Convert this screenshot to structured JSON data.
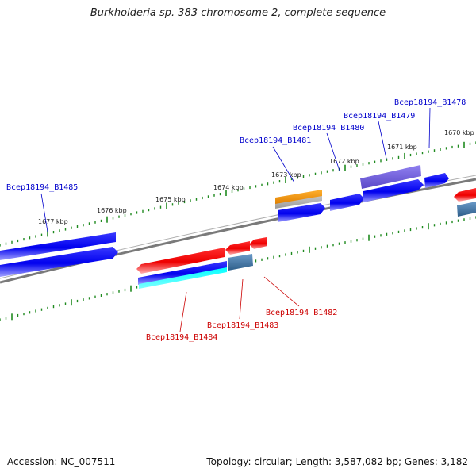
{
  "title": "Burkholderia sp. 383 chromosome 2, complete sequence",
  "footer": {
    "accession": "Accession: NC_007511",
    "topology": "Topology: circular; Length: 3,587,082 bp; Genes: 3,182"
  },
  "colors": {
    "backbone": "#888888",
    "tick": "#1f8a1f",
    "forward_label": "#0000cc",
    "reverse_label": "#cc0000",
    "gene_blue": "#0000ff",
    "gene_red": "#ff0000",
    "gene_orange": "#ff9900",
    "gene_purple": "#7b68ee",
    "gene_cyan": "#00ffff",
    "gene_steel": "#4682b4"
  },
  "ticks": [
    "1677 kbp",
    "1676 kbp",
    "1675 kbp",
    "1674 kbp",
    "1673 kbp",
    "1672 kbp",
    "1671 kbp",
    "1670 kbp"
  ],
  "gene_labels": {
    "b1485": "Bcep18194_B1485",
    "b1481": "Bcep18194_B1481",
    "b1480": "Bcep18194_B1480",
    "b1479": "Bcep18194_B1479",
    "b1478": "Bcep18194_B1478",
    "b1484": "Bcep18194_B1484",
    "b1483": "Bcep18194_B1483",
    "b1482": "Bcep18194_B1482"
  }
}
